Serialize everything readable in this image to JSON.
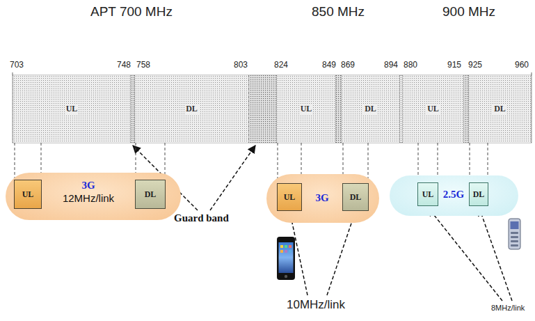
{
  "diagram": {
    "nodes": [
      {
        "text": [
          "UL"
        ]
      },
      {
        "text": [
          "DL"
        ]
      },
      {
        "text": [
          "UL"
        ]
      },
      {
        "text": [
          "DL"
        ]
      },
      {
        "text": [
          "UL"
        ]
      },
      {
        "text": [
          "DL"
        ]
      },
      {
        "text": [
          "3G",
          "12MHz/link"
        ]
      },
      {
        "text": [
          "UL"
        ],
        "in": 6
      },
      {
        "text": [
          "DL"
        ],
        "in": 6
      },
      {
        "text": [
          "3G"
        ]
      },
      {
        "text": [
          "UL"
        ],
        "in": 9
      },
      {
        "text": [
          "DL"
        ],
        "in": 9
      },
      {
        "text": [
          "2.5G"
        ]
      },
      {
        "text": [
          "UL"
        ],
        "in": 12
      },
      {
        "text": [
          "DL"
        ],
        "in": 12
      }
    ],
    "edges": [
      {
        "from": 0,
        "to": 7,
        "arrow": "none"
      },
      {
        "from": 1,
        "to": 8,
        "arrow": "none"
      },
      {
        "from": 2,
        "to": 10,
        "arrow": "none"
      },
      {
        "from": 3,
        "to": 11,
        "arrow": "none"
      },
      {
        "from": 4,
        "to": 13,
        "arrow": "none"
      },
      {
        "from": 5,
        "to": 14,
        "arrow": "none"
      }
    ],
    "labels": [
      "APT 700 MHz",
      "850 MHz",
      "900 MHz",
      "703",
      "748",
      "758",
      "803",
      "824",
      "849",
      "869",
      "894",
      "880",
      "915",
      "925",
      "960",
      "Guard band",
      "10MHz/link",
      "8MHz/link"
    ]
  }
}
